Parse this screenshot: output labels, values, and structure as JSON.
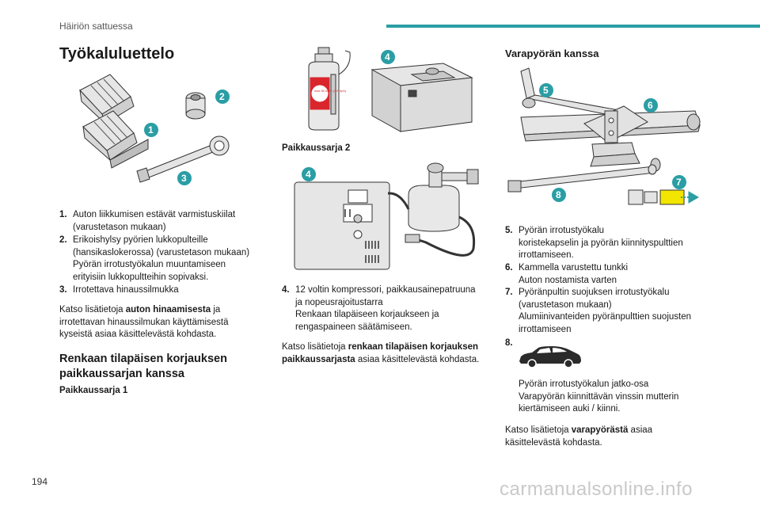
{
  "header": {
    "section": "Häiriön sattuessa"
  },
  "footer": {
    "page_number": "194",
    "watermark": "carmanualsonline.info"
  },
  "col1": {
    "title": "Työkaluluettelo",
    "items": [
      {
        "num": "1.",
        "lines": [
          "Auton liikkumisen estävät varmistuskiilat",
          "(varustetason mukaan)"
        ]
      },
      {
        "num": "2.",
        "lines": [
          "Erikoishylsy pyörien lukkopulteille",
          "(hansikaslokerossa) (varustetason mukaan)",
          "Pyörän irrotustyökalun muuntamiseen",
          "erityisiin lukkopultteihin sopivaksi."
        ]
      },
      {
        "num": "3.",
        "lines": [
          "Irrotettava hinaussilmukka"
        ]
      }
    ],
    "note_pre": "Katso lisätietoja ",
    "note_bold": "auton hinaamisesta",
    "note_post": " ja",
    "note_l2": "irrotettavan hinaussilmukan käyttämisestä",
    "note_l3": "kyseistä asiaa käsittelevästä kohdasta.",
    "subtitle_l1": "Renkaan tilapäisen korjauksen",
    "subtitle_l2": "paikkaussarjan kanssa",
    "kit1_label": "Paikkaussarja 1",
    "fig_badges": [
      "1",
      "2",
      "3"
    ]
  },
  "col2": {
    "kit2_label": "Paikkaussarja 2",
    "items": [
      {
        "num": "4.",
        "lines": [
          "12 voltin kompressori, paikkausainepatruuna",
          "ja nopeusrajoitustarra",
          "Renkaan tilapäiseen korjaukseen ja",
          "rengaspaineen säätämiseen."
        ]
      }
    ],
    "note_pre": "Katso lisätietoja ",
    "note_bold1": "renkaan tilapäisen korjauksen",
    "note_bold2": "paikkaussarjasta",
    "note_post": " asiaa käsittelevästä kohdasta.",
    "fig_badges": [
      "4",
      "4"
    ],
    "bottle_label": "max 80 km/h (50 mph)"
  },
  "col3": {
    "title": "Varapyörän kanssa",
    "items": [
      {
        "num": "5.",
        "lines": [
          "Pyörän irrotustyökalu",
          "koristekapselin ja pyörän kiinnityspulttien",
          "irrottamiseen."
        ]
      },
      {
        "num": "6.",
        "lines": [
          "Kammella varustettu tunkki",
          "Auton nostamista varten"
        ]
      },
      {
        "num": "7.",
        "lines": [
          "Pyöränpultin suojuksen irrotustyökalu",
          "(varustetason mukaan)",
          "Alumiinivanteiden pyöränpulttien suojusten",
          "irrottamiseen"
        ]
      }
    ],
    "item8_num": "8.",
    "item8_lines": [
      "Pyörän irrotustyökalun jatko-osa",
      "Varapyörän kiinnittävän vinssin mutterin",
      "kiertämiseen auki / kiinni."
    ],
    "note_pre": "Katso lisätietoja ",
    "note_bold": "varapyörästä",
    "note_post": " asiaa",
    "note_l2": "käsittelevästä kohdasta.",
    "fig_badges": [
      "5",
      "6",
      "7",
      "8"
    ]
  },
  "colors": {
    "accent": "#2a9ea4",
    "yellow": "#f2e500",
    "bottle_red": "#d9262c"
  }
}
